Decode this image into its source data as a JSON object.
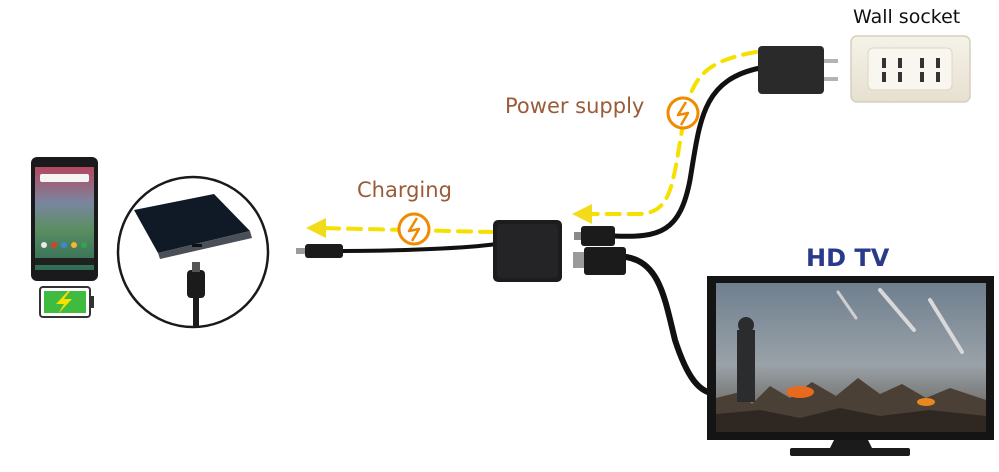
{
  "labels": {
    "wall_socket": "Wall socket",
    "hd_tv": "HD TV",
    "power_supply": "Power supply",
    "charging": "Charging"
  },
  "icons": {
    "power_indicator": "lightning-bolt-icon",
    "battery_indicator": "battery-charging-icon"
  },
  "colors": {
    "flow_dashed": "#f5e000",
    "arrow": "#f2dc1a",
    "bolt_ring": "#f08a00",
    "label_text": "#9a5c38",
    "tv_title": "#2a3a8a",
    "cable": "#111111"
  }
}
